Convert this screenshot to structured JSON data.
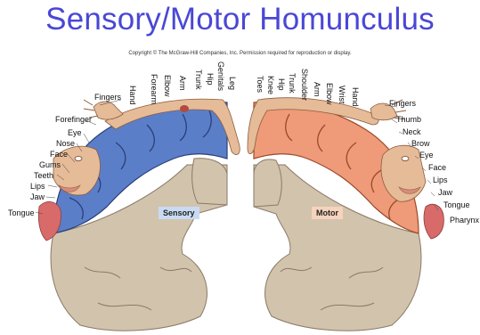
{
  "title": "Sensory/Motor Homunculus",
  "copyright": "Copyright © The McGraw-Hill Companies, Inc. Permission required for reproduction or display.",
  "sensory": {
    "tag": "Sensory",
    "top_labels": [
      "Hand",
      "Forearm",
      "Elbow",
      "Arm",
      "Trunk",
      "Hip",
      "Genitals",
      "Leg"
    ],
    "side_labels": [
      "Fingers",
      "Forefinger",
      "Eye",
      "Nose",
      "Face",
      "Gums",
      "Teeth",
      "Lips",
      "Jaw",
      "Tongue"
    ]
  },
  "motor": {
    "tag": "Motor",
    "top_labels": [
      "Toes",
      "Knee",
      "Hip",
      "Trunk",
      "Shoulder",
      "Arm",
      "Elbow",
      "Wrist",
      "Hand"
    ],
    "side_labels": [
      "Fingers",
      "Thumb",
      "Neck",
      "Brow",
      "Eye",
      "Face",
      "Lips",
      "Jaw",
      "Tongue",
      "Pharynx"
    ]
  },
  "colors": {
    "title": "#4a47d6",
    "sensory_cortex": "#5b7ec8",
    "motor_cortex": "#ef9a78",
    "brain_tissue": "#d2c3ad",
    "figure_skin": "#e6bb98",
    "tongue": "#d96a6a"
  }
}
